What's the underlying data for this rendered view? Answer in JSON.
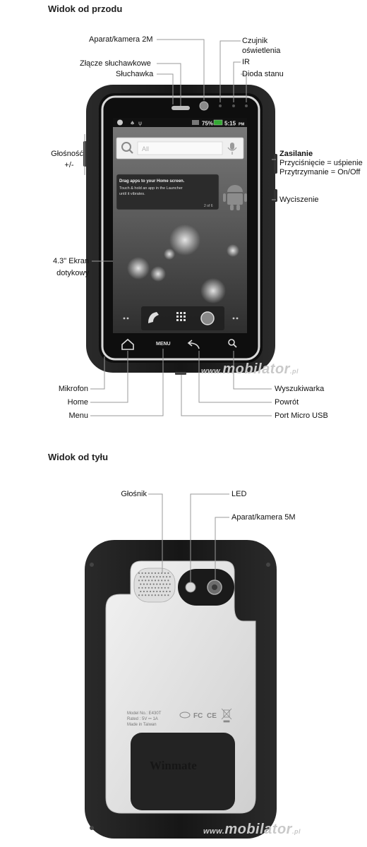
{
  "sections": {
    "front_title": "Widok od przodu",
    "back_title": "Widok od tyłu"
  },
  "front_labels": {
    "camera_2m": "Aparat/kamera 2M",
    "headphone_jack": "Złącze słuchawkowe",
    "earpiece": "Słuchawka",
    "light_sensor_1": "Czujnik",
    "light_sensor_2": "oświetlenia",
    "ir": "IR",
    "status_led": "Dioda stanu",
    "volume_1": "Głośność",
    "volume_2": "+/-",
    "power_title": "Zasilanie",
    "power_press": "Przyciśnięcie = uśpienie",
    "power_hold": "Przytrzymanie = On/Off",
    "mute": "Wyciszenie",
    "screen_1": "4.3\" Ekran",
    "screen_2": "dotykowy",
    "microphone": "Mikrofon",
    "home": "Home",
    "menu": "Menu",
    "search": "Wyszukiwarka",
    "back": "Powrót",
    "usb": "Port Micro USB"
  },
  "screen": {
    "battery": "75%",
    "time": "5:15",
    "ampm": "PM",
    "search_placeholder": "All",
    "tip_title": "Drag apps to your Home screen.",
    "tip_line1": "Touch & hold an app in the Launcher",
    "tip_line2": "until it vibrates.",
    "tip_page": "2 of 6",
    "menu_key": "MENU"
  },
  "back_labels": {
    "speaker": "Głośnik",
    "led": "LED",
    "camera_5m": "Aparat/kamera 5M"
  },
  "back_device": {
    "model_line": "Model No.: E430T",
    "rated_line": "Rated : 5V ⎓ 1A",
    "made_line": "Made in Taiwan",
    "fc": "FC",
    "ce": "CE",
    "brand": "Winmate"
  },
  "watermark": {
    "www": "www.",
    "name": "mobilator",
    "tld": ".pl"
  },
  "colors": {
    "rubber": "#1b1b1b",
    "trim": "#d8d8d8",
    "back_panel": "#e3e3e3",
    "leader": "#9a9a9a"
  }
}
